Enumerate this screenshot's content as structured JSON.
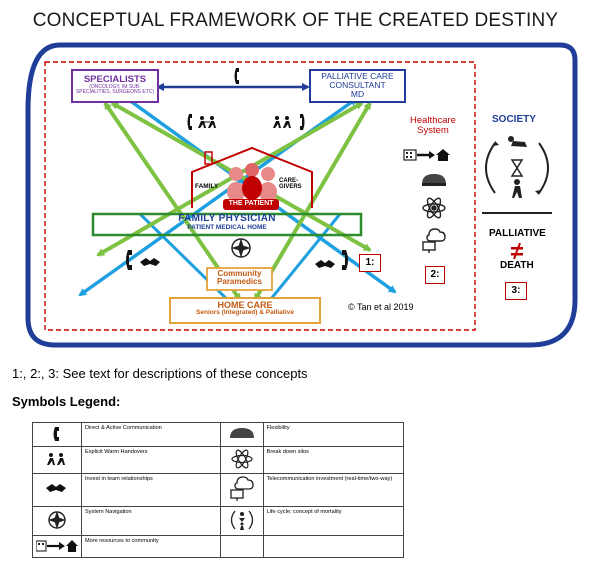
{
  "title": "CONCEPTUAL FRAMEWORK OF THE CREATED DESTINY",
  "specialists": {
    "title": "SPECIALISTS",
    "subtitle": "(ONCOLOGY, IM SUB-SPECIALITIES, SURGEONS ETC)"
  },
  "palliative_consultant": {
    "line1": "PALLIATIVE CARE",
    "line2": "CONSULTANT",
    "line3": "MD"
  },
  "patient_house": {
    "family": "FAMILY",
    "caregivers_line1": "CARE-",
    "caregivers_line2": "GIVERS",
    "patient": "THE PATIENT"
  },
  "family_physician": {
    "title": "FAMILY PHYSICIAN",
    "subtitle": "PATIENT MEDICAL HOME"
  },
  "community_paramedics": {
    "line1": "Community",
    "line2": "Paramedics"
  },
  "home_care": {
    "title": "HOME CARE",
    "subtitle": "Seniors (Integrated) & Palliative"
  },
  "healthcare_system": {
    "line1": "Healthcare",
    "line2": "System"
  },
  "society": "SOCIETY",
  "palliative": "PALLIATIVE",
  "death": "DEATH",
  "markers": {
    "m1": "1:",
    "m2": "2:",
    "m3": "3:"
  },
  "copyright": "© Tan et al 2019",
  "note": "1:, 2:, 3: See text for descriptions of these concepts",
  "legend_title": "Symbols Legend:",
  "legend": [
    {
      "left_icon": "phone-icon",
      "left_text": "Direct & Active Communication",
      "right_icon": "helmet-icon",
      "right_text": "Flexibility"
    },
    {
      "left_icon": "handover-icon",
      "left_text": "Explicit Warm Handovers",
      "right_icon": "atom-icon",
      "right_text": "Break down silos"
    },
    {
      "left_icon": "handshake-icon",
      "left_text": "Invest in team relationships",
      "right_icon": "telecom-icon",
      "right_text": "Telecommunication investment (real-time/two-way)"
    },
    {
      "left_icon": "compass-icon",
      "left_text": "System Navigation",
      "right_icon": "lifecycle-icon",
      "right_text": "Life cycle; concept of mortality"
    },
    {
      "left_icon": "hospital-to-home-icon",
      "left_text": "More resources to community",
      "right_icon": "",
      "right_text": ""
    }
  ],
  "colors": {
    "frame": "#1f3d99",
    "dashed": "#c00000",
    "green_arrow": "#7dc242",
    "blue_arrow": "#1ea0e0",
    "dark_arrow": "#1f3d99",
    "specialists": "#7030a0",
    "home_care": "#e5a23a",
    "family_physician_border": "#2e8b2e",
    "house": "#c00000"
  }
}
